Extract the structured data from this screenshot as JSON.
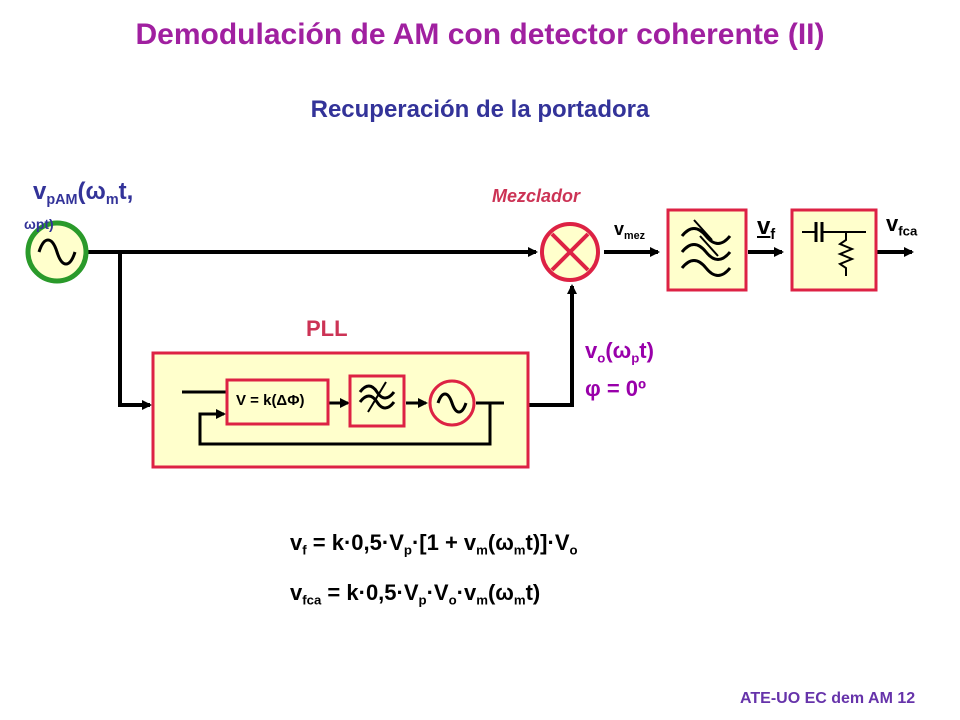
{
  "title": "Demodulación de AM con detector coherente (II)",
  "subtitle": "Recuperación de la portadora",
  "labels": {
    "mixer": "Mezclador",
    "pll": "PLL",
    "v_pam_main": "v",
    "v_pam_sub": "pAM",
    "v_pam_arg_open": "(",
    "v_pam_omega": "ω",
    "v_pam_arg_sub": "m",
    "v_pam_arg_close": "t,",
    "v_pam_second_line": "ωpt)",
    "v_mez_main": "v",
    "v_mez_sub": "mez",
    "v_f_main": "v",
    "v_f_sub": "f",
    "v_fca_main": "v",
    "v_fca_sub": "fca",
    "v_o_main": "v",
    "v_o_sub": "o",
    "v_o_arg": "(ω",
    "v_o_arg_sub": "p",
    "v_o_arg_close": "t)",
    "phi": "φ = 0º",
    "v_k": "V = k(ΔΦ)"
  },
  "equations": {
    "eq1": [
      "v",
      "f",
      " = k·0,5·V",
      "p",
      "·[1 + v",
      "m",
      "(ω",
      "m",
      "t)]·V",
      "o",
      ""
    ],
    "eq2": [
      "v",
      "fca",
      " = k·0,5·V",
      "p",
      "·V",
      "o",
      "·v",
      "m",
      "(ω",
      "m",
      "t)"
    ]
  },
  "footer": "ATE-UO EC dem AM 12",
  "colors": {
    "title": "#a020a0",
    "subtitle": "#333399",
    "accent_red": "#dd2244",
    "block_fill": "#ffffcc",
    "source_green": "#2a9a2a",
    "wire": "#000000"
  }
}
